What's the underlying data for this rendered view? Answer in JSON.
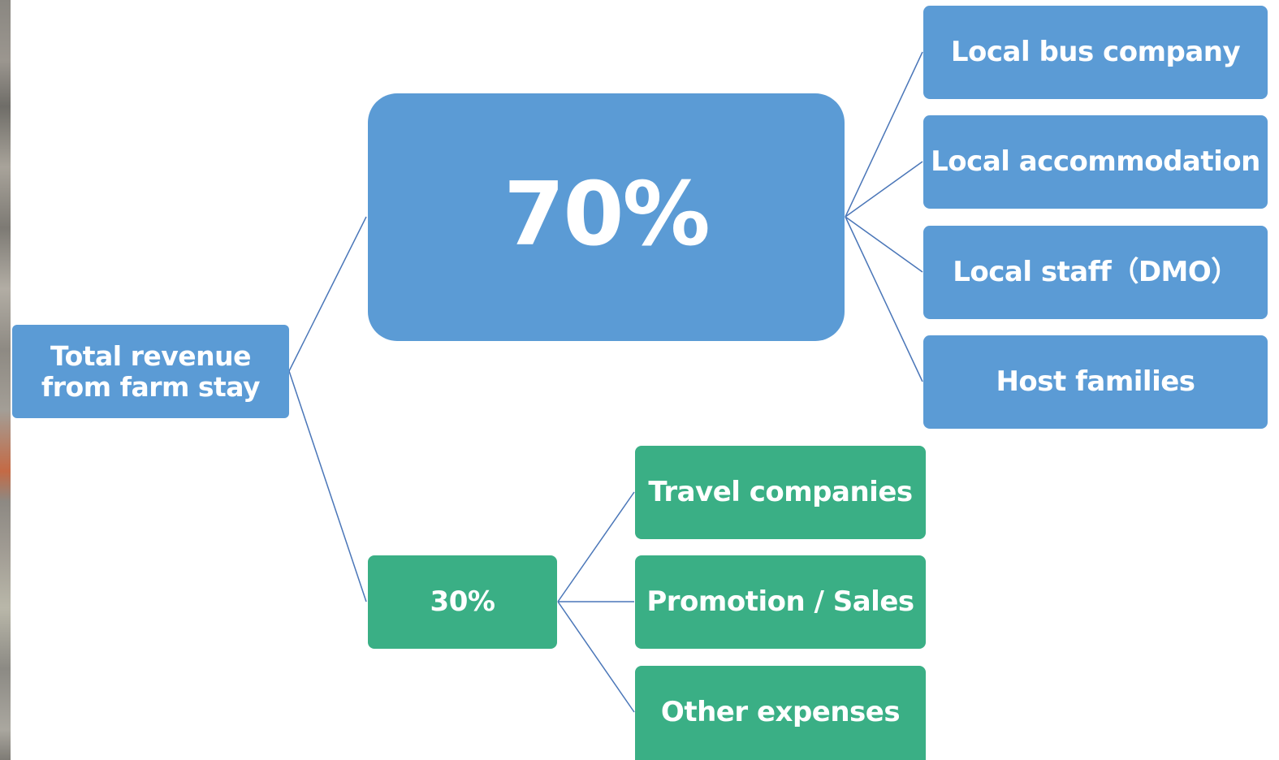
{
  "diagram": {
    "root": {
      "line1": "Total revenue",
      "line2": "from farm stay"
    },
    "major_share": {
      "label": "70%",
      "children": [
        "Local bus company",
        "Local accommodation",
        "Local staff（DMO）",
        "Host families"
      ]
    },
    "minor_share": {
      "label": "30%",
      "children": [
        "Travel companies",
        "Promotion / Sales",
        "Other expenses"
      ]
    }
  },
  "colors": {
    "major": "#5b9bd5",
    "minor": "#3aaf85",
    "connector": "#4a76b8",
    "text": "#ffffff"
  }
}
